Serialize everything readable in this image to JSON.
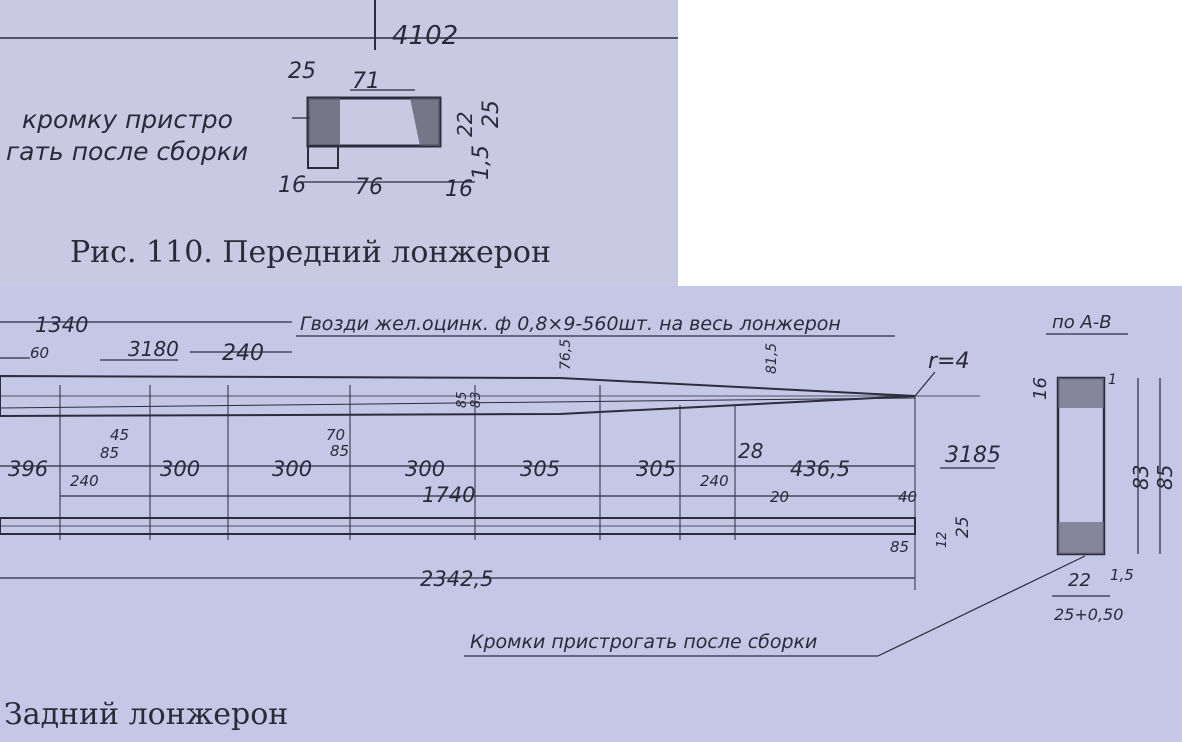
{
  "figure_top": {
    "dim_top": "4102",
    "dim_25": "25",
    "dim_71": "71",
    "dim_22": "22",
    "dim_25b": "25",
    "dim_1_5": "1,5",
    "dim_16a": "16",
    "dim_76": "76",
    "dim_16b": "16",
    "note_line1": "кромку пристро",
    "note_line2": "гать после сборки",
    "caption": "Рис. 110. Передний лонжерон"
  },
  "figure_bottom": {
    "note_nails": "Гвозди жел.оцинк. ф 0,8×9-560шт. на весь лонжерон",
    "section_label": "по А-В",
    "dim_1340": "1340",
    "dim_60": "60",
    "dim_3180": "3180",
    "dim_240a": "240",
    "dim_76_5": "76,5",
    "dim_81_5": "81,5",
    "dim_r4": "r=4",
    "dim_85a": "85",
    "dim_83a": "83",
    "dim_45": "45",
    "dim_85b": "85",
    "dim_70": "70",
    "dim_85c": "85",
    "dim_28": "28",
    "dim_396": "396",
    "dim_240b": "240",
    "dim_300a": "300",
    "dim_300b": "300",
    "dim_300c": "300",
    "dim_305a": "305",
    "dim_305b": "305",
    "dim_240c": "240",
    "dim_436_5": "436,5",
    "dim_3185": "3185",
    "dim_1740": "1740",
    "dim_20": "20",
    "dim_40": "40",
    "dim_85d": "85",
    "dim_12": "12",
    "dim_25c": "25",
    "dim_2342_5": "2342,5",
    "dim_16": "16",
    "dim_1": "1",
    "dim_83b": "83",
    "dim_85e": "85",
    "dim_22": "22",
    "dim_1_5": "1,5",
    "dim_25d": "25+0,50",
    "note_edges": "Кромки пристрогать после сборки",
    "caption": "Задний лонжерон"
  }
}
